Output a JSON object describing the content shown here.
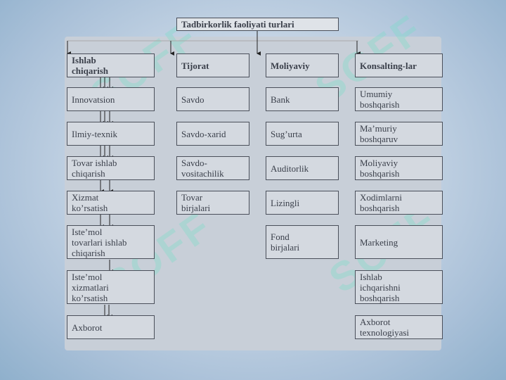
{
  "title": "Tadbirkorlik faoliyati turlari",
  "columns": [
    {
      "header": "Ishlab\nchiqarish",
      "items": [
        "Innovatsion",
        "Ilmiy-texnik",
        "Tovar          ishlab\nchiqarish",
        "Xizmat\nko’rsatish",
        "Iste’mol\ntovarlari     ishlab\nchiqarish",
        "Iste’mol\nxizmatlari\nko’rsatish",
        "Axborot"
      ]
    },
    {
      "header": "Tijorat",
      "items": [
        "Savdo",
        "Savdo-xarid",
        "Savdo-\nvositachilik",
        "Tovar\nbirjalari"
      ]
    },
    {
      "header": "Moliyaviy",
      "items": [
        "Bank",
        "Sug’urta",
        "Auditorlik",
        "Lizingli",
        "Fond\nbirjalari"
      ]
    },
    {
      "header": "Konsalting-lar",
      "items": [
        "Umumiy\nboshqarish",
        "Ma’muriy\nboshqaruv",
        "Moliyaviy\nboshqarish",
        "Xodimlarni\nboshqarish",
        "Marketing",
        "Ishlab\nichqarishni\nboshqarish",
        "Axborot\ntexnologiyasi"
      ]
    }
  ],
  "watermark_text": "SOFF"
}
